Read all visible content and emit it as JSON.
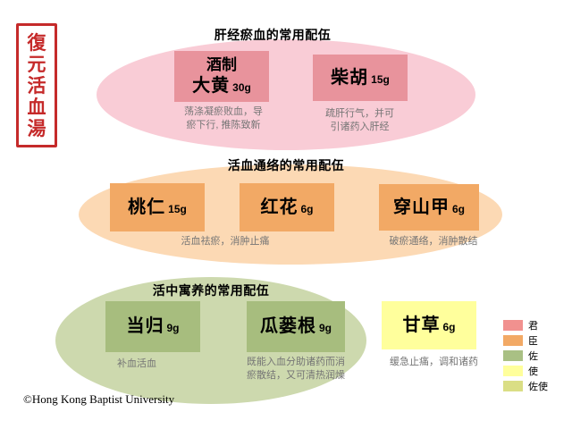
{
  "seal": {
    "chars": [
      "復",
      "元",
      "活",
      "血",
      "湯"
    ],
    "color": "#c52a2a"
  },
  "copyright": "©Hong Kong Baptist University",
  "group1": {
    "title": "肝经瘀血的常用配伍",
    "ellipse_color": "#f9ccd6",
    "box_color": "#e8939c",
    "herb1": {
      "prefix": "酒制",
      "name": "大黄",
      "dose": "30g",
      "caption1": "荡涤凝瘀败血，导",
      "caption2": "瘀下行, 推陈致新"
    },
    "herb2": {
      "name": "柴胡",
      "dose": "15g",
      "caption1": "疏肝行气，并可",
      "caption2": "引诸药入肝经"
    }
  },
  "group2": {
    "title": "活血通络的常用配伍",
    "ellipse_color": "#fcd9b4",
    "box_color": "#f2a965",
    "herb1": {
      "name": "桃仁",
      "dose": "15g"
    },
    "herb2": {
      "name": "红花",
      "dose": "6g"
    },
    "herb3": {
      "name": "穿山甲",
      "dose": "6g"
    },
    "caption_left": "活血祛瘀，消肿止痛",
    "caption_right": "破瘀通络，消肿散结"
  },
  "group3": {
    "title": "活中寓养的常用配伍",
    "ellipse_color": "#cdd9ae",
    "box_color": "#a7bd7e",
    "herb1": {
      "name": "当归",
      "dose": "9g",
      "caption1": "补血活血"
    },
    "herb2": {
      "name": "瓜蒌根",
      "dose": "9g",
      "caption1": "既能入血分助诸药而消",
      "caption2": "瘀散结，又可清热润燥"
    }
  },
  "gancao": {
    "name": "甘草",
    "dose": "6g",
    "box_color": "#ffff9c",
    "caption1": "缓急止痛，调和诸药"
  },
  "legend": {
    "items": [
      {
        "label": "君",
        "color": "#f1918f"
      },
      {
        "label": "臣",
        "color": "#f2a965"
      },
      {
        "label": "佐",
        "color": "#a9c084"
      },
      {
        "label": "使",
        "color": "#ffff9c"
      },
      {
        "label": "佐使",
        "color": "#dade85"
      }
    ]
  }
}
